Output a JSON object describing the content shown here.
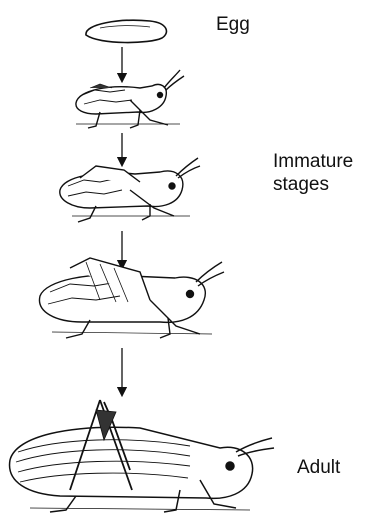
{
  "labels": {
    "egg": "Egg",
    "immature_line1": "Immature",
    "immature_line2": "stages",
    "adult": "Adult"
  },
  "stages": [
    {
      "name": "egg",
      "icon": "egg-icon"
    },
    {
      "name": "nymph-1",
      "icon": "grasshopper-nymph-icon"
    },
    {
      "name": "nymph-2",
      "icon": "grasshopper-nymph-icon"
    },
    {
      "name": "nymph-3",
      "icon": "grasshopper-nymph-icon"
    },
    {
      "name": "adult",
      "icon": "grasshopper-adult-icon"
    }
  ],
  "colors": {
    "ink": "#111111",
    "background": "#ffffff"
  }
}
